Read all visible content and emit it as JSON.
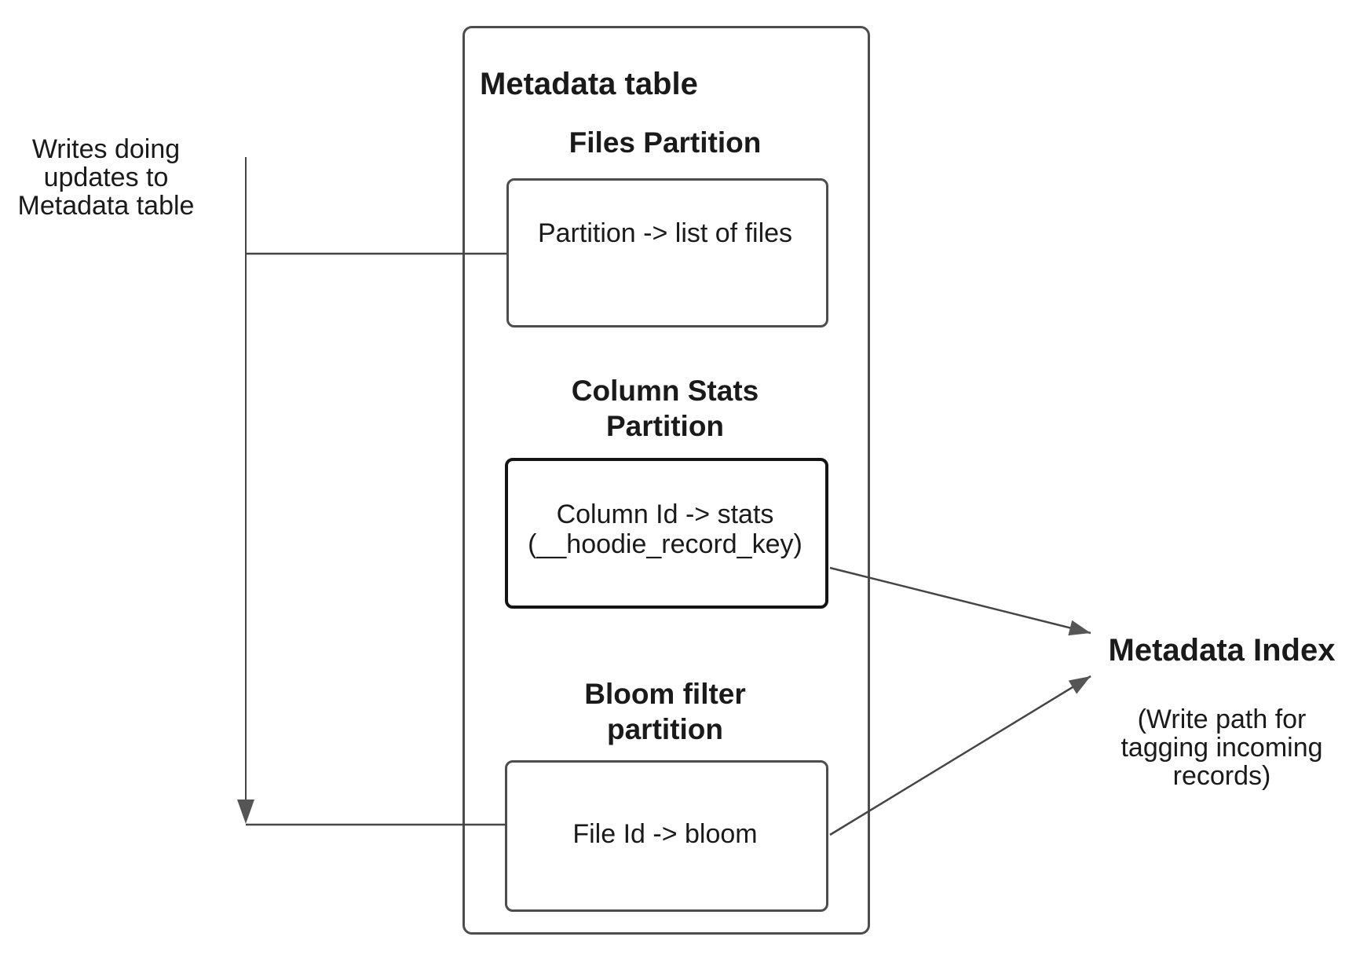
{
  "diagram": {
    "left_note": "Writes doing\nupdates to\nMetadata table",
    "metadata_table": {
      "title": "Metadata table",
      "partitions": [
        {
          "heading": "Files Partition",
          "content": "Partition -> list of files"
        },
        {
          "heading": "Column Stats\nPartition",
          "content": "Column Id  -> stats\n(__hoodie_record_key)"
        },
        {
          "heading": "Bloom filter\npartition",
          "content": "File Id -> bloom"
        }
      ]
    },
    "metadata_index": {
      "title": "Metadata Index",
      "subtitle": "(Write path for\ntagging incoming\nrecords)"
    },
    "colors": {
      "connector_line": "#454545",
      "arrowhead": "#555555",
      "box_border": "#4d4d4d",
      "stats_box_border": "#141414",
      "text": "#1a1a1a"
    }
  }
}
